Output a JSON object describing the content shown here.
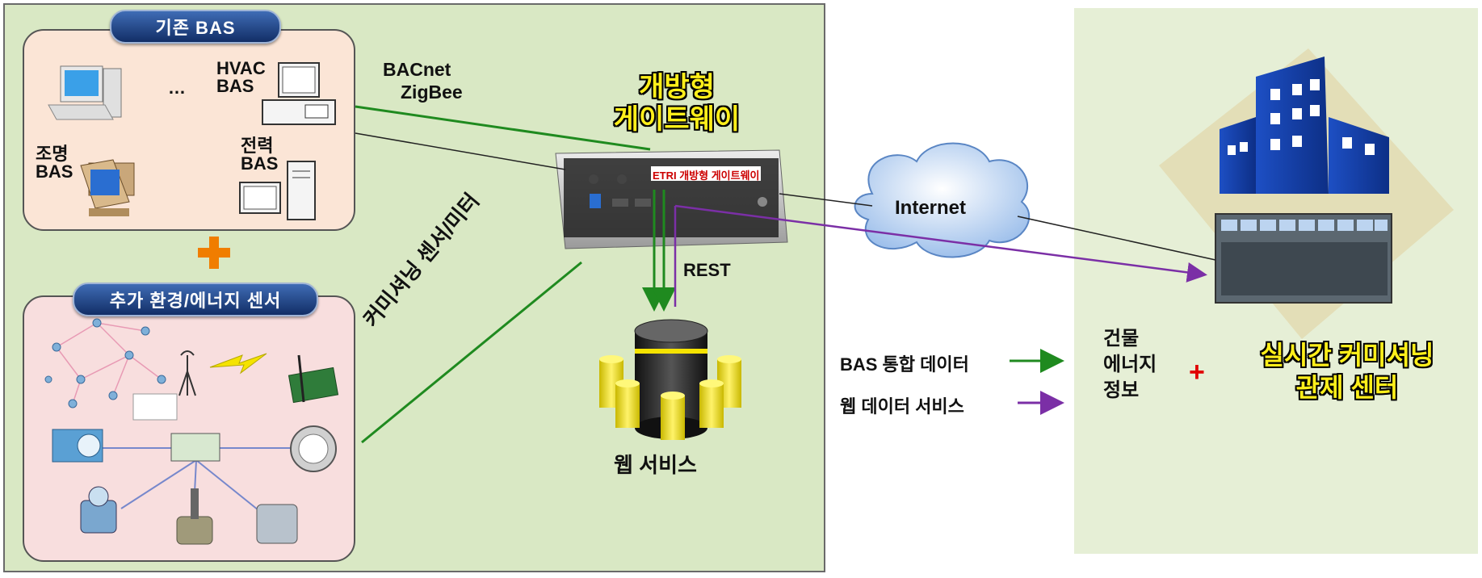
{
  "existing_bas": {
    "header": "기존 BAS",
    "hvac_label_1": "HVAC",
    "hvac_label_2": "BAS",
    "ellipsis": "…",
    "lighting_label_1": "조명",
    "lighting_label_2": "BAS",
    "power_label_1": "전력",
    "power_label_2": "BAS"
  },
  "plus_orange": "+",
  "sensors": {
    "header": "추가 환경/에너지 센서"
  },
  "protocols": {
    "line1": "BACnet",
    "line2": "ZigBee"
  },
  "gateway": {
    "title_line1": "개방형",
    "title_line2": "게이트웨이",
    "device_label": "ETRI 개방형 게이트웨이"
  },
  "commissioning_sensor_label": "커미셔닝 센서/미터",
  "rest_label": "REST",
  "web_service_label": "웹 서비스",
  "internet_label": "Internet",
  "legend": {
    "green_label": "BAS 통합 데이터",
    "purple_label": "웹 데이터 서비스",
    "green_color": "#1f8a1f",
    "purple_color": "#7b2fa6"
  },
  "building_energy": {
    "line1": "건물",
    "line2": "에너지",
    "line3": "정보"
  },
  "plus_red": "+",
  "control_center": {
    "line1": "실시간 커미셔닝",
    "line2": "관제 센터"
  }
}
